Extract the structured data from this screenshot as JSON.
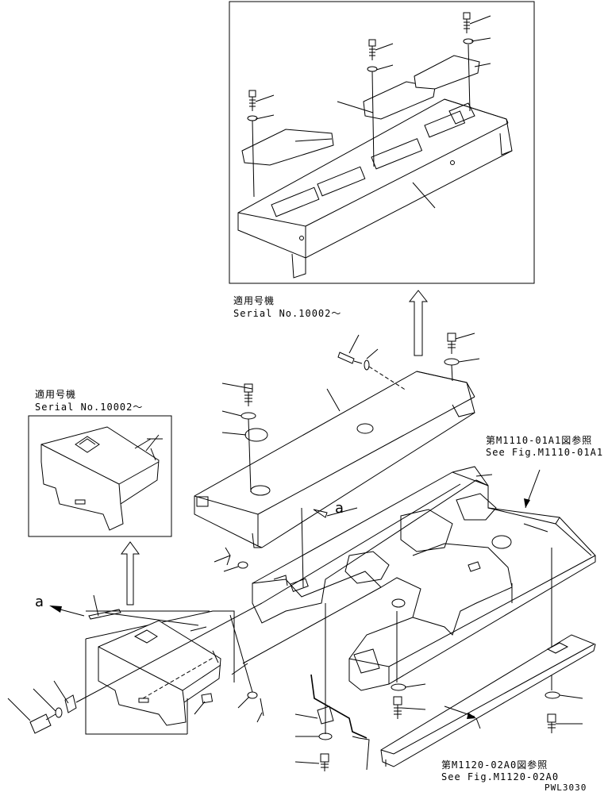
{
  "labels": {
    "serial_jp": "適用号機",
    "serial_en": "Serial No.10002〜",
    "fig1_jp": "第M1110-01A1図参照",
    "fig1_en": "See Fig.M1110-01A1",
    "fig2_jp": "第M1120-02A0図参照",
    "fig2_en": "See Fig.M1120-02A0",
    "view_a": "a",
    "drawing_code": "PWL3030"
  }
}
